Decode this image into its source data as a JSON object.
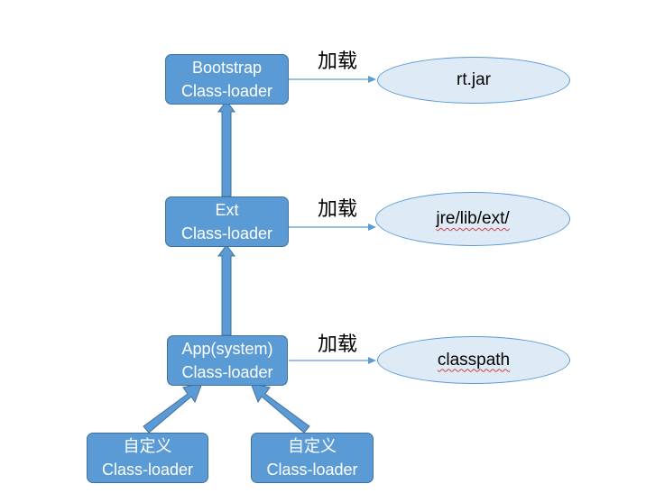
{
  "nodes": {
    "bootstrap": {
      "line1": "Bootstrap",
      "line2": "Class-loader"
    },
    "ext": {
      "line1": "Ext",
      "line2": "Class-loader"
    },
    "app": {
      "line1": "App(system)",
      "line2": "Class-loader"
    },
    "custom_left": {
      "line1": "自定义",
      "line2": "Class-loader"
    },
    "custom_right": {
      "line1": "自定义",
      "line2": "Class-loader"
    }
  },
  "targets": {
    "rt": "rt.jar",
    "ext_dir": "jre/lib/ext/",
    "classpath": "classpath"
  },
  "edge_labels": {
    "bootstrap_load": "加载",
    "ext_load": "加载",
    "app_load": "加载"
  },
  "colors": {
    "box_fill": "#5b9bd5",
    "box_border": "#41719c",
    "ellipse_fill": "#deebf7",
    "ellipse_border": "#5b9bd5",
    "arrow": "#5b9bd5"
  }
}
